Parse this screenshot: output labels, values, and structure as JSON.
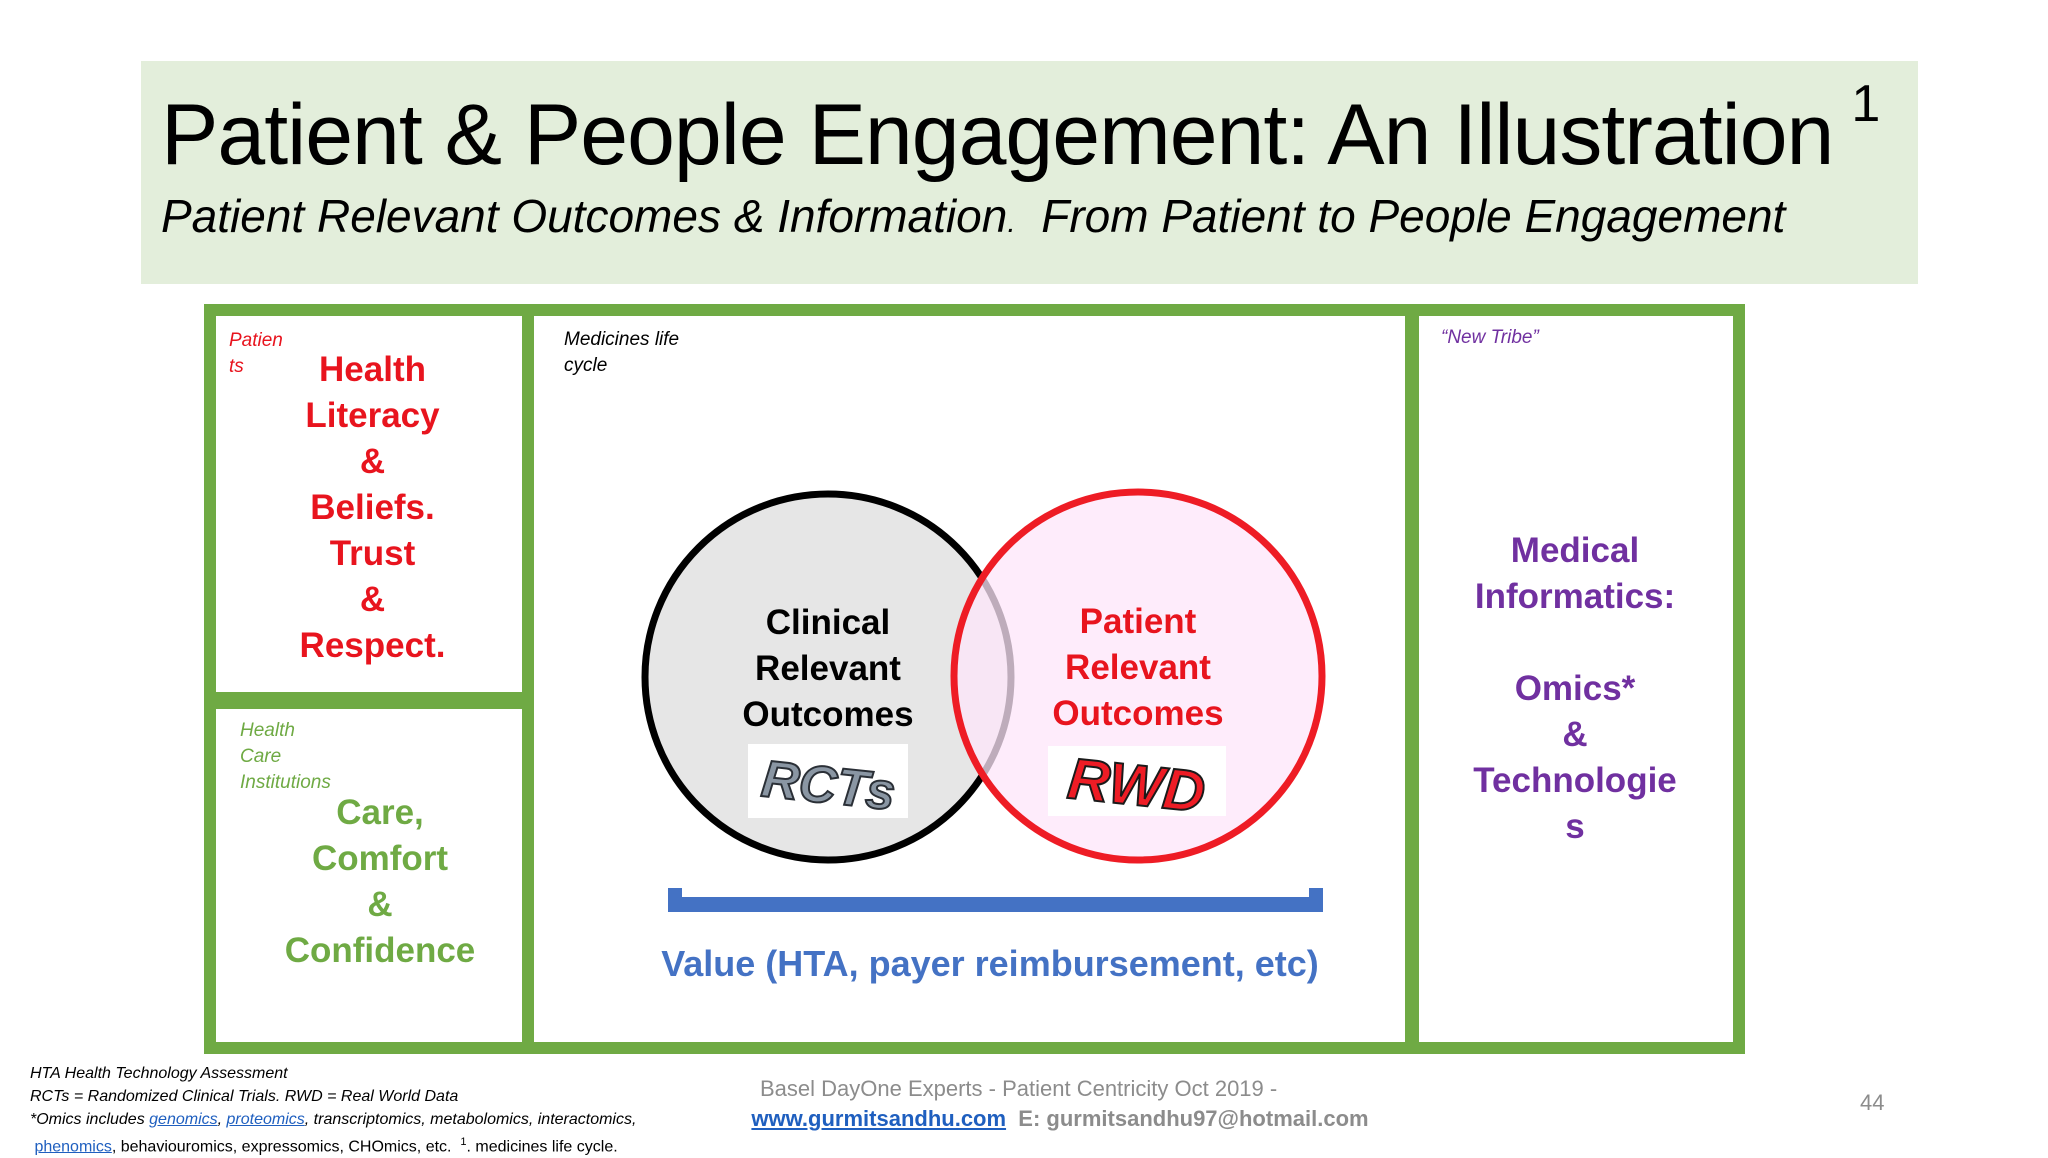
{
  "header": {
    "title": "Patient & People Engagement: An Illustration",
    "title_sup": "1",
    "subtitle_a": "Patient Relevant Outcomes & Information",
    "subtitle_dot": ".",
    "subtitle_b": "From Patient to People Engagement"
  },
  "patients_box": {
    "tag_line1": "Patien",
    "tag_line2": "ts",
    "lines": [
      "Health",
      "Literacy",
      "&",
      "Beliefs.",
      "Trust",
      "&",
      "Respect."
    ]
  },
  "institutions_box": {
    "tag_lines": [
      "Health",
      "Care",
      "Institutions"
    ],
    "lines": [
      "Care,",
      "Comfort",
      "&",
      "Confidence"
    ]
  },
  "lifecycle_box": {
    "tag_line1": "Medicines life",
    "tag_line2": "cycle",
    "left_circle": [
      "Clinical",
      "Relevant",
      "Outcomes"
    ],
    "left_stamp": "RCTs",
    "right_circle": [
      "Patient",
      "Relevant",
      "Outcomes"
    ],
    "right_stamp": "RWD",
    "value_label": "Value (HTA, payer reimbursement, etc)"
  },
  "tribe_box": {
    "tag": "“New Tribe”",
    "lines": [
      "Medical",
      "Informatics:",
      "",
      "Omics*",
      "&",
      "Technologie",
      "s"
    ]
  },
  "footnotes": {
    "line1": "HTA Health Technology Assessment",
    "line2": "RCTs = Randomized Clinical Trials. RWD = Real World Data",
    "line3_pre": "*Omics includes ",
    "link_genomics": "genomics",
    "sep1": ", ",
    "link_proteomics": "proteomics",
    "line3_post": ", transcriptomics, metabolomics, interactomics,",
    "link_phenomics": "phenomics",
    "line4_post": ", behaviouromics, expressomics, CHOmics, etc.",
    "line4_sup": "1",
    "line4_end": ". medicines life cycle."
  },
  "footer": {
    "line1": "Basel DayOne Experts - Patient Centricity Oct 2019 -",
    "website": "www.gurmitsandhu.com",
    "email": "E: gurmitsandhu97@hotmail.com",
    "page_number": "44"
  },
  "colors": {
    "green": "#6faa44",
    "red": "#e8141e",
    "purple": "#7030a0",
    "blue": "#4472c4",
    "header_bg": "#e3eedb"
  }
}
